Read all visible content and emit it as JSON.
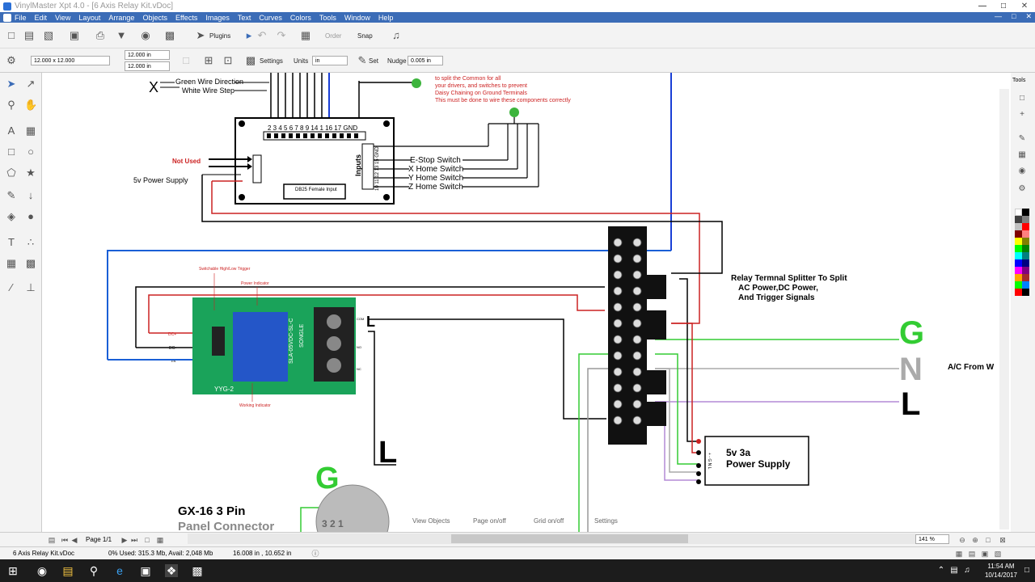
{
  "window": {
    "title": "VinylMaster Xpt 4.0 - [6 Axis Relay Kit.vDoc]",
    "min": "—",
    "max": "□",
    "close": "✕"
  },
  "menu": {
    "items": [
      "File",
      "Edit",
      "View",
      "Layout",
      "Arrange",
      "Objects",
      "Effects",
      "Images",
      "Text",
      "Curves",
      "Colors",
      "Tools",
      "Window",
      "Help"
    ]
  },
  "toolbar1": {
    "plugins": "Plugins",
    "order": "Order",
    "snap": "Snap"
  },
  "toolbar2": {
    "page_size": "12.000 x 12.000",
    "width": "12.000 in",
    "height": "12.000 in",
    "settings": "Settings",
    "units_label": "Units",
    "units_value": "in",
    "set": "Set",
    "nudge_label": "Nudge",
    "nudge_value": "0.005 in"
  },
  "right_panel": {
    "tools": "Tools"
  },
  "canvas": {
    "x_mark": "X",
    "green_wire": "Green Wire Direction",
    "white_wire": "White Wire  Step",
    "note_lines": [
      "to split the Common for all",
      "your drivers, and switches to prevent",
      "Daisy Chaining on Ground Terminals",
      "This must be done to wire these components correctly"
    ],
    "pin_numbers": "2  3  4  5  6  7  8  9 14  1  16 17 GND",
    "not_used": "Not Used",
    "power_supply_5v": "5v Power Supply",
    "db25": "DB25 Female Input",
    "inputs": "Inputs",
    "input_pins": "10 11 12 13 15 GND",
    "estop": "E-Stop Switch",
    "xhome": "X Home Switch",
    "yhome": "Y Home Switch",
    "zhome": "Z Home Switch",
    "relay_terminal": [
      "Relay Termnal  Splitter To Split",
      "AC Power,DC Power,",
      "And Trigger Signals"
    ],
    "switchable": "Switchable High/Low Trigger",
    "power_indicator": "Power Indicator",
    "working_indicator": "Working Indicator",
    "relay_model": "YYG-2",
    "relay_brand": "SONGLE",
    "relay_part": "SLA-05VDC-SL-C",
    "dc_plus": "DC+",
    "dc_minus": "DC-",
    "in": "IN",
    "com": "COM",
    "no": "NO",
    "nc": "NC",
    "G": "G",
    "N": "N",
    "L": "L",
    "ac_from": "A/C From W",
    "psu_title": "5v 3a",
    "psu_sub": "Power Supply",
    "psu_pins": "+ - G N L",
    "gx16": "GX-16 3 Pin",
    "panel_connector": "Panel Connector",
    "connector_pins": "3  2  1"
  },
  "overlay": {
    "view_objects": "View Objects",
    "page_onoff": "Page on/off",
    "grid_onoff": "Grid on/off",
    "settings": "Settings"
  },
  "statusbar": {
    "page": "Page 1/1",
    "zoom": "141 %",
    "file": "6 Axis Relay Kit.vDoc",
    "memory": "0%  Used: 315.3 Mb, Avail: 2,048 Mb",
    "coords": "16.008 in , 10.652 in"
  },
  "taskbar": {
    "time": "11:54 AM",
    "date": "10/14/2017"
  },
  "palette": [
    "#ffffff",
    "#000000",
    "#404040",
    "#808080",
    "#c0c0c0",
    "#ff0000",
    "#800000",
    "#ff8080",
    "#ffff00",
    "#808000",
    "#00ff00",
    "#008000",
    "#00ffff",
    "#008080",
    "#0000ff",
    "#000080",
    "#ff00ff",
    "#800080",
    "#ffa500",
    "#a52a2a"
  ]
}
